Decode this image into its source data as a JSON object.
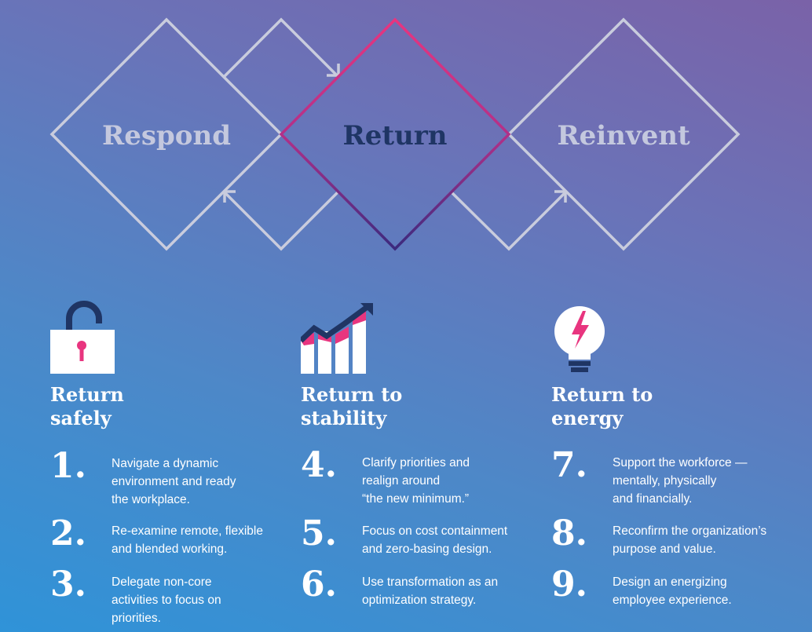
{
  "diagram": {
    "phases": [
      {
        "label": "Respond",
        "active": false
      },
      {
        "label": "Return",
        "active": true
      },
      {
        "label": "Reinvent",
        "active": false
      }
    ],
    "colors": {
      "inactive_outline": "#c9ccdd",
      "inactive_text": "#c4c8de",
      "active_text": "#1f3564",
      "active_stroke_start": "#e8357f",
      "active_stroke_end": "#3b2a7e"
    }
  },
  "columns": [
    {
      "icon": "padlock-icon",
      "title": "Return\nsafely",
      "items": [
        {
          "number": "1.",
          "text": "Navigate a dynamic\nenvironment and ready\nthe workplace."
        },
        {
          "number": "2.",
          "text": "Re-examine remote, flexible\nand blended working."
        },
        {
          "number": "3.",
          "text": "Delegate non-core\nactivities to focus on\npriorities."
        }
      ]
    },
    {
      "icon": "growth-chart-icon",
      "title": "Return to\nstability",
      "items": [
        {
          "number": "4.",
          "text": "Clarify priorities and\nrealign around\n“the new minimum.”"
        },
        {
          "number": "5.",
          "text": "Focus on cost containment\nand zero-basing design."
        },
        {
          "number": "6.",
          "text": "Use transformation as an\noptimization strategy."
        }
      ]
    },
    {
      "icon": "lightbulb-icon",
      "title": "Return to\nenergy",
      "items": [
        {
          "number": "7.",
          "text": "Support the workforce —\nmentally, physically\nand financially."
        },
        {
          "number": "8.",
          "text": "Reconfirm the organization’s\npurpose and value."
        },
        {
          "number": "9.",
          "text": "Design an energizing\nemployee experience."
        }
      ]
    }
  ]
}
